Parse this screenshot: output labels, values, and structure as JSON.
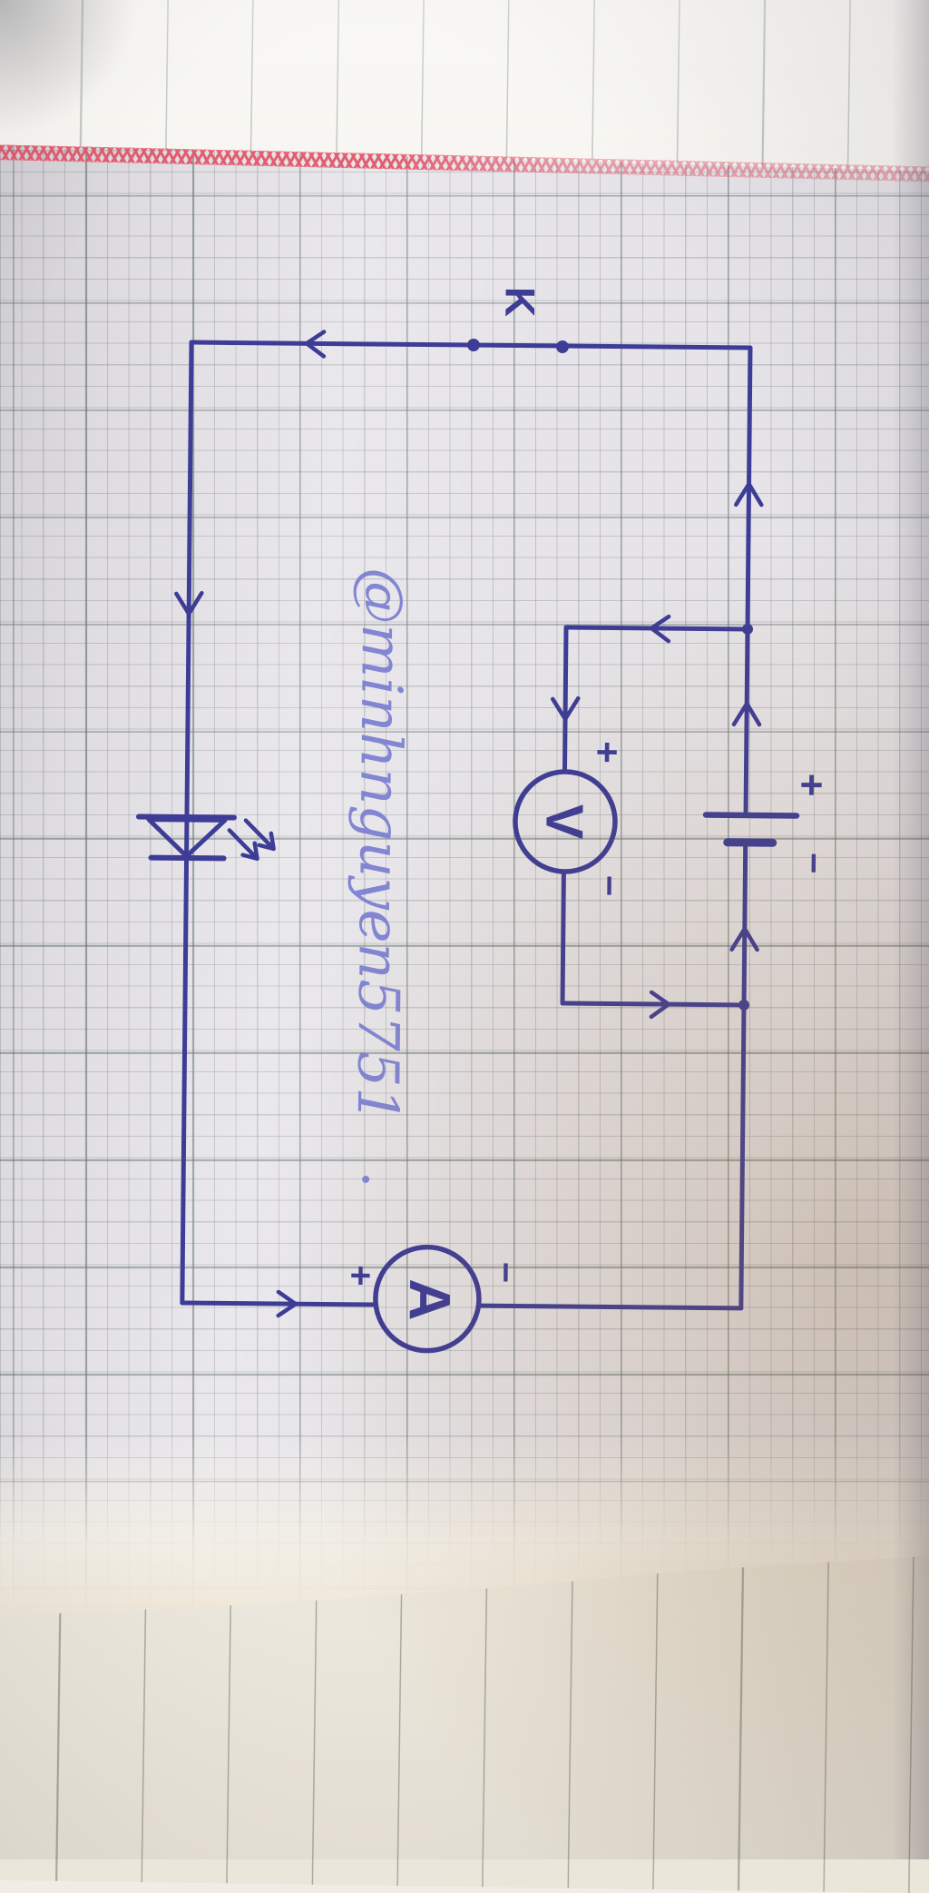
{
  "watermark": {
    "text": "@minhnguyen5751",
    "period": "."
  },
  "circuit": {
    "switch_label": "K",
    "voltmeter": {
      "label": "V",
      "plus": "+",
      "minus": "−"
    },
    "ammeter": {
      "label": "A",
      "plus": "+",
      "minus": "−"
    },
    "battery": {
      "plus": "+",
      "minus": "−"
    }
  },
  "css_vars": {
    "--ink": "#3d3c96",
    "--watermark": "#7a7ed2",
    "--paper": "#e6e4e8",
    "--grid-heavy": "rgba(96,112,104,0.55)",
    "--grid-fine": "rgba(120,128,134,0.33)",
    "--band": "#e2566a",
    "--underpage": "#f3f1ea",
    "--under-line": "rgba(80,98,86,0.55)"
  }
}
